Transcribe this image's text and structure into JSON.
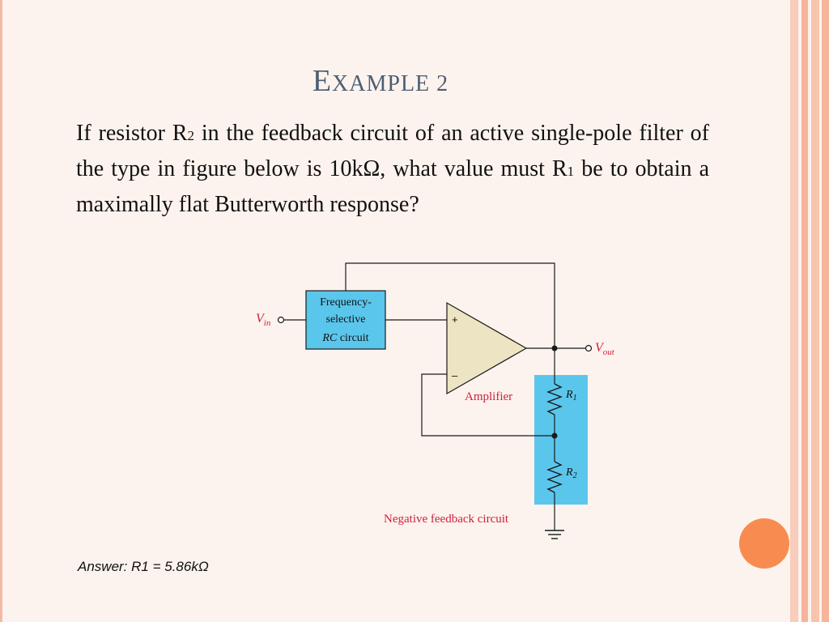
{
  "title": {
    "first": "E",
    "rest": "xample 2"
  },
  "question": {
    "part1": "If resistor R",
    "sub1": "2",
    "part2": " in the feedback circuit of an active single-pole filter of the type in figure below is 10kΩ, what value must R",
    "sub2": "1",
    "part3": " be to obtain a maximally flat Butterworth response?"
  },
  "figure": {
    "vin_main": "V",
    "vin_sub": "in",
    "vout_main": "V",
    "vout_sub": "out",
    "rc_line1": "Frequency-",
    "rc_line2": "selective",
    "rc_line3_a": "RC",
    "rc_line3_b": " circuit",
    "plus": "+",
    "minus": "–",
    "amplifier": "Amplifier",
    "r1_main": "R",
    "r1_sub": "1",
    "r2_main": "R",
    "r2_sub": "2",
    "feedback": "Negative feedback circuit"
  },
  "answer": "Answer: R1 = 5.86kΩ",
  "colors": {
    "background": "#fdf3ee",
    "title": "#4d5e72",
    "accent_dot": "#f88c50",
    "block_fill": "#5bc6ec",
    "amp_fill": "#ede4c3",
    "label_red": "#cc1f3c"
  }
}
